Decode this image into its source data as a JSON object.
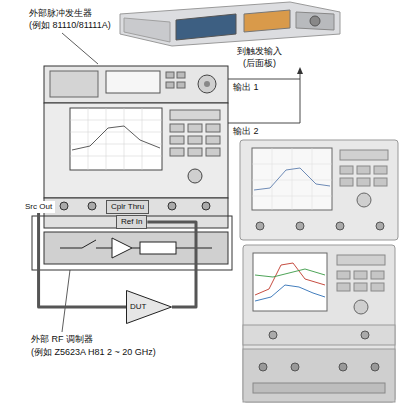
{
  "diagram": {
    "nodes": [
      {
        "text": [
          "Src Out"
        ]
      },
      {
        "text": [
          "Cplr Thru"
        ]
      },
      {
        "text": [
          "Ref In"
        ]
      },
      {
        "text": [
          "DUT"
        ]
      }
    ],
    "edges": [
      {
        "from": 0,
        "to": 3,
        "arrow": "none"
      },
      {
        "from": 3,
        "to": 2,
        "arrow": "none"
      }
    ],
    "labels": [
      "外部脉冲发生器",
      "(例如 81110/81111A)",
      "到触发输入",
      "(后面板)",
      "输出 1",
      "输出 2",
      "外部 RF 调制器",
      "(例如 Z5623A H81 2 ~ 20 GHz)"
    ]
  }
}
